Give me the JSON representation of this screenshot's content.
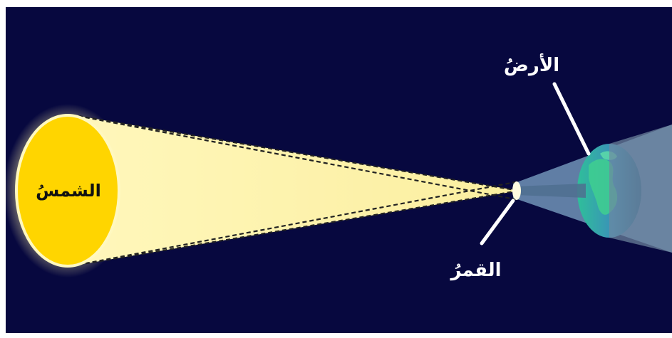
{
  "diagram": {
    "labels": {
      "sun": "الشمسُ",
      "moon": "القمرُ",
      "earth": "الأرضُ"
    },
    "colors": {
      "space": "#07083f",
      "sun": "#ffd500",
      "sun_glow": "#fff3a8",
      "light_beam": "#fff6b0",
      "penumbra": "#7fa6c8",
      "umbra": "#4f6f8f",
      "earth_ocean": "#3d8fb3",
      "earth_land": "#36b38a",
      "pointer": "#ffffff",
      "dashes": "#222222",
      "label_sun": "#111111",
      "label_other": "#ffffff"
    }
  }
}
